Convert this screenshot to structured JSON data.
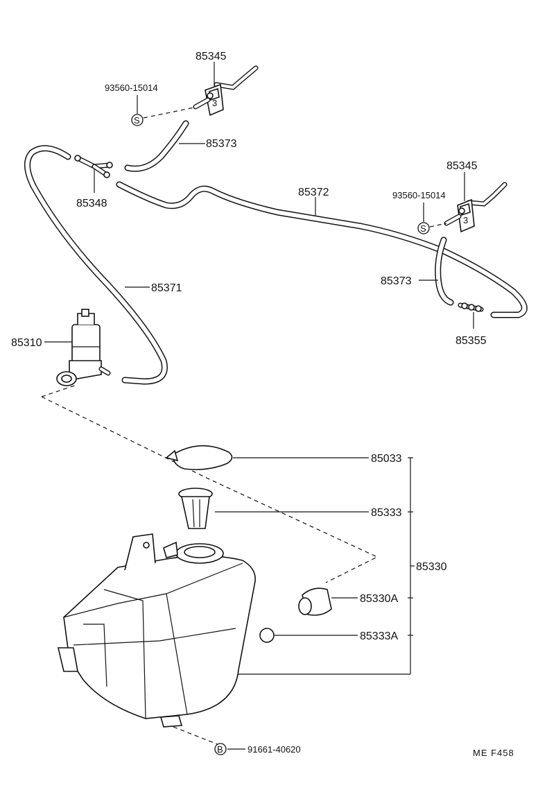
{
  "labels": {
    "nozzle_left": "85345",
    "nozzle_right": "85345",
    "screw_left": "93560-15014",
    "screw_right": "93560-15014",
    "hose_short_left": "85373",
    "hose_short_right": "85373",
    "hose_main": "85372",
    "hose_pump": "85371",
    "joint_left": "85348",
    "joint_right": "85355",
    "pump": "85310",
    "cap": "85033",
    "strainer": "85333",
    "tank_assy": "85330",
    "grommet": "85330A",
    "plug": "85333A",
    "bolt": "91661-40620"
  },
  "symbols": {
    "screw": "S",
    "bolt": "B"
  },
  "footer_code": "ME  F458"
}
